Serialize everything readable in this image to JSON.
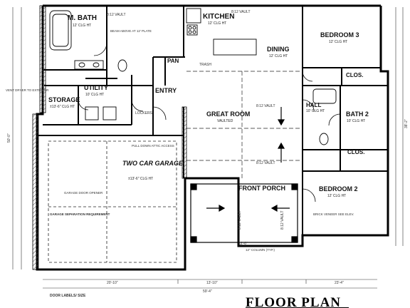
{
  "title": "FLOOR PLAN",
  "rooms": [
    {
      "id": "m_bath",
      "label": "M. BATH",
      "sub": "12' CLG HT"
    },
    {
      "id": "kitchen",
      "label": "KITCHEN",
      "sub": "12' CLG HT"
    },
    {
      "id": "bedroom3",
      "label": "BEDROOM 3",
      "sub": "12' CLG HT"
    },
    {
      "id": "dining",
      "label": "DINING",
      "sub": "12' CLG HT"
    },
    {
      "id": "pan",
      "label": "PAN",
      "sub": ""
    },
    {
      "id": "clos1",
      "label": "CLOS.",
      "sub": ""
    },
    {
      "id": "storage",
      "label": "STORAGE",
      "sub": "±13'-6\" CLG HT"
    },
    {
      "id": "utility",
      "label": "UTILITY",
      "sub": "10' CLG HT"
    },
    {
      "id": "entry",
      "label": "ENTRY",
      "sub": ""
    },
    {
      "id": "hall",
      "label": "HALL",
      "sub": "10' CLG HT"
    },
    {
      "id": "bath2",
      "label": "BATH 2",
      "sub": "10' CLG HT"
    },
    {
      "id": "great_room",
      "label": "GREAT ROOM",
      "sub": "VAULTED"
    },
    {
      "id": "clos2",
      "label": "CLOS.",
      "sub": ""
    },
    {
      "id": "garage",
      "label": "TWO CAR GARAGE",
      "sub": "±13'-6\" CLG HT"
    },
    {
      "id": "bedroom2",
      "label": "BEDROOM 2",
      "sub": "12' CLG HT"
    },
    {
      "id": "front_porch",
      "label": "FRONT PORCH",
      "sub": ""
    }
  ],
  "labels": {
    "vault1": "8:12 VAULT",
    "vault2": "8:12 VAULT",
    "vault3": "8:12 VAULT",
    "vault4": "8:12 VAULT",
    "vault5": "8:12 VAULT",
    "vault6": "8:12 VAULT",
    "beam": "BEAM ABOVE AT 12' PLATE",
    "trash": "TRASH",
    "lockers": "LOCKERS",
    "attic": "PULL DOWN ATTIC ACCESS",
    "vent": "VENT DRYER TO EXTERIOR",
    "garage_opener": "GARAGE DOOR OPENER",
    "brick_note": "BRICK VENEER SEE ELEV.",
    "column": "12\" COLUMN (TYP.)",
    "garage_sep": "GARAGE SEPARATION REQUIREMENT",
    "door_note": "DOOR LABELS/ SIZE"
  },
  "dimensions": {
    "bottom_total": "59'-4\"",
    "bottom_a": "20'-10\"",
    "bottom_b": "13'-10\"",
    "bottom_c": "23'-4\"",
    "right_total": "38'-2\"",
    "left_total": "50'-0\"",
    "porch": "12'-0\""
  }
}
